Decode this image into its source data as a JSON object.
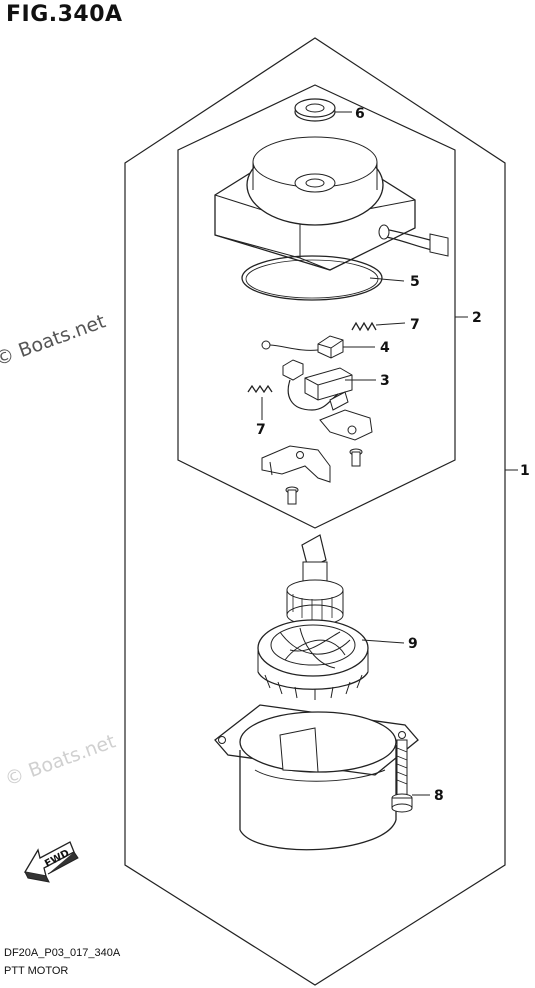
{
  "figure": {
    "title": "FIG.340A",
    "code": "DF20A_P03_017_340A",
    "name": "PTT MOTOR"
  },
  "watermark": {
    "text": "© Boats.net"
  },
  "callouts": {
    "c1": "1",
    "c2": "2",
    "c3": "3",
    "c4": "4",
    "c5": "5",
    "c6": "6",
    "c7a": "7",
    "c7b": "7",
    "c8": "8",
    "c9": "9"
  },
  "direction_marker": {
    "label": "FWD"
  }
}
